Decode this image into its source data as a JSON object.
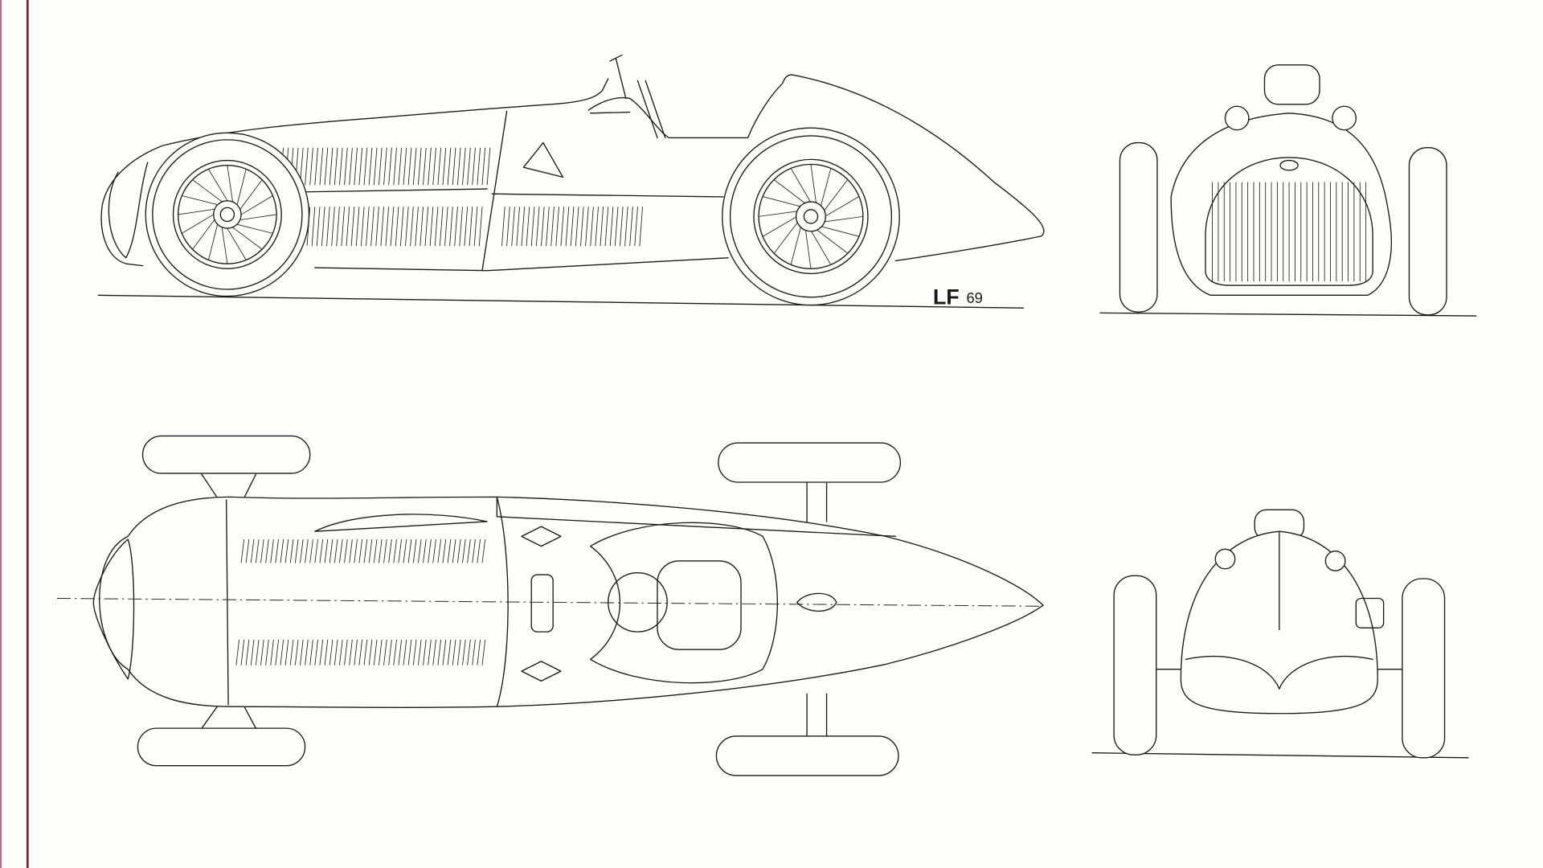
{
  "drawing": {
    "signature": {
      "initials": "LF",
      "year": "69"
    },
    "views": [
      "side",
      "front",
      "top",
      "rear"
    ],
    "colors": {
      "ink": "#1a1a1a",
      "paper": "#fdfdfc",
      "border": "#8b1a2b"
    }
  }
}
